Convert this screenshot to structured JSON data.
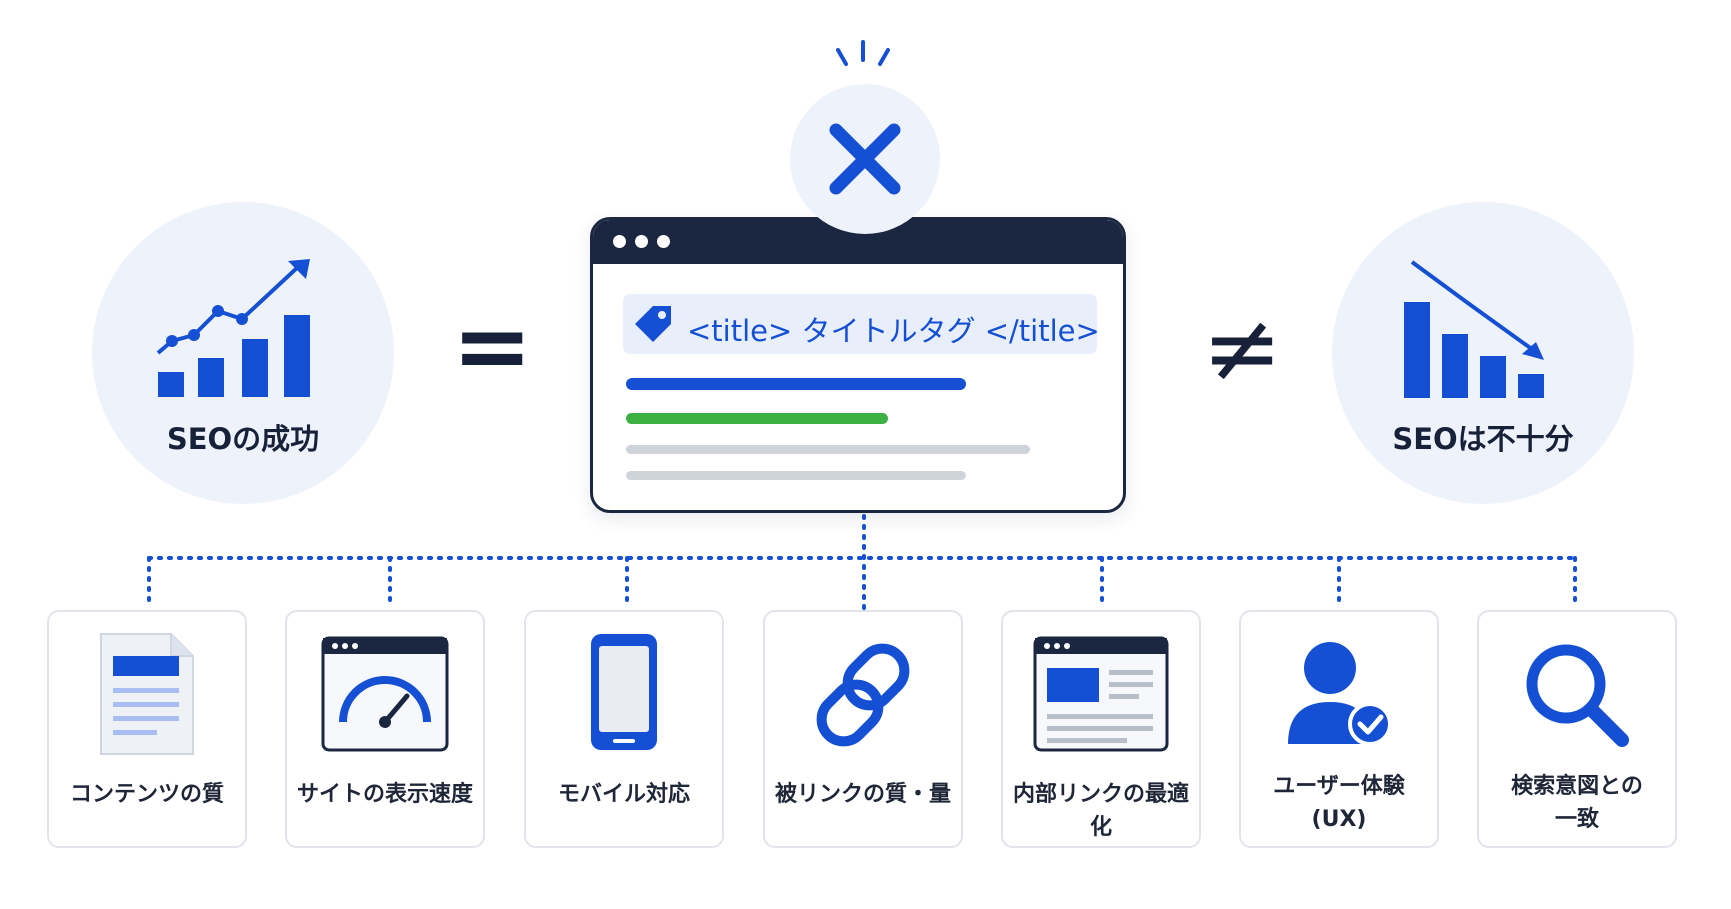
{
  "left_circle": {
    "label": "SEOの成功",
    "icon": "growth-bar-chart-icon"
  },
  "equals_sign": "=",
  "not_equals_sign": "≠",
  "center": {
    "status_icon": "cross-icon",
    "browser_icon": "browser-window-icon",
    "tag_icon": "tag-icon",
    "tag_text": "<title> タイトルタグ </title>"
  },
  "right_circle": {
    "label": "SEOは不十分",
    "icon": "declining-bar-chart-icon"
  },
  "factors": [
    {
      "label": "コンテンツの質",
      "icon": "document-icon"
    },
    {
      "label": "サイトの表示速度",
      "icon": "speedometer-icon"
    },
    {
      "label": "モバイル対応",
      "icon": "smartphone-icon"
    },
    {
      "label": "被リンクの質・量",
      "icon": "chain-link-icon"
    },
    {
      "label": "内部リンクの最適化",
      "icon": "webpage-layout-icon"
    },
    {
      "label": "ユーザー体験\n(UX)",
      "icon": "user-check-icon"
    },
    {
      "label": "検索意図との\n一致",
      "icon": "magnifier-icon"
    }
  ],
  "colors": {
    "primary_blue": "#1550d4",
    "navy": "#1b2740",
    "green": "#3cb043",
    "light_circle": "#eef3fb",
    "gray_line": "#cfd3da"
  }
}
